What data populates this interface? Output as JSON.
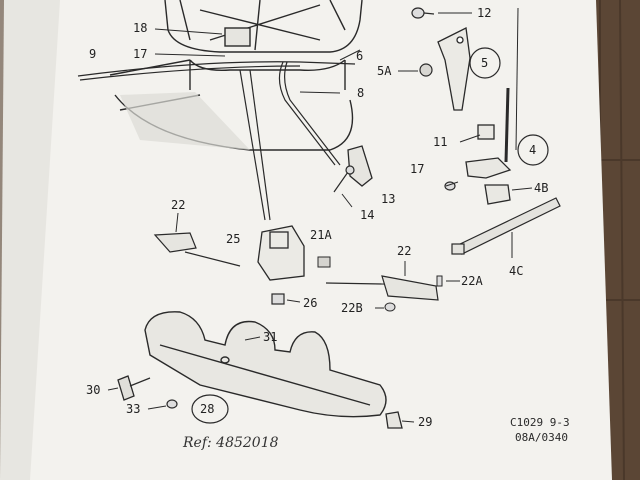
{
  "labels": {
    "l18": "18",
    "l17a": "17",
    "l9": "9",
    "l6": "6",
    "l12": "12",
    "l5A": "5A",
    "l5": "5",
    "l8": "8",
    "l11": "11",
    "l4": "4",
    "l17b": "17",
    "l4B": "4B",
    "l13": "13",
    "l14": "14",
    "l22a": "22",
    "l21A": "21A",
    "l25": "25",
    "l22b": "22",
    "l22A": "22A",
    "l4C": "4C",
    "l26": "26",
    "l22B": "22B",
    "l31": "31",
    "l30": "30",
    "l33": "33",
    "l28": "28",
    "l29": "29"
  },
  "reference_note": "Ref: 4852018",
  "drawing_code": {
    "line1": "C1029 9-3",
    "line2": "08A/0340"
  },
  "colors": {
    "paper": "#f3f2ee",
    "ink": "#2a2a2a",
    "wood": "#5a4636"
  }
}
